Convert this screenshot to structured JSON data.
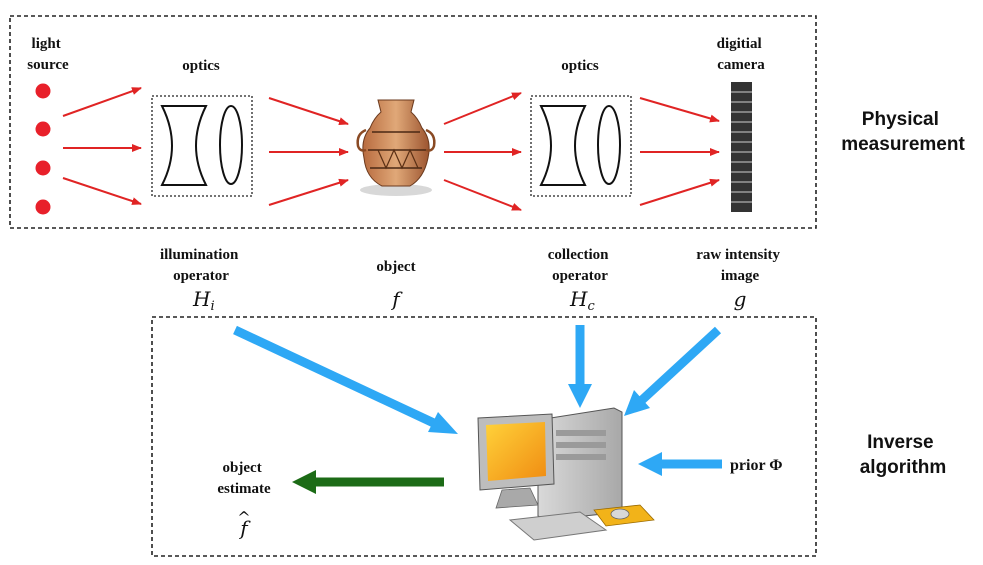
{
  "colors": {
    "red_arrow": "#e02424",
    "blue_arrow": "#2ea8f5",
    "green_arrow": "#1c6b16",
    "source_dot": "#e8202a",
    "box_border": "#222222"
  },
  "physical": {
    "light_source": [
      "light",
      "source"
    ],
    "optics_left": "optics",
    "optics_right": "optics",
    "camera": [
      "digitial",
      "camera"
    ],
    "section_label": [
      "Physical",
      "measurement"
    ]
  },
  "operators": {
    "illumination": {
      "label": [
        "illumination",
        "operator"
      ],
      "symbol": "H",
      "sub": "i"
    },
    "object": {
      "label": "object",
      "symbol": "f"
    },
    "collection": {
      "label": [
        "collection",
        "operator"
      ],
      "symbol": "H",
      "sub": "c"
    },
    "raw": {
      "label": [
        "raw intensity",
        "image"
      ],
      "symbol": "g"
    }
  },
  "inverse": {
    "section_label": [
      "Inverse",
      "algorithm"
    ],
    "prior_label": "prior Φ",
    "estimate_label": [
      "object",
      "estimate"
    ],
    "estimate_symbol": "f",
    "estimate_hat": "^"
  },
  "icons": [
    "lens-icon",
    "vase-icon",
    "camera-sensor-icon",
    "computer-icon"
  ]
}
